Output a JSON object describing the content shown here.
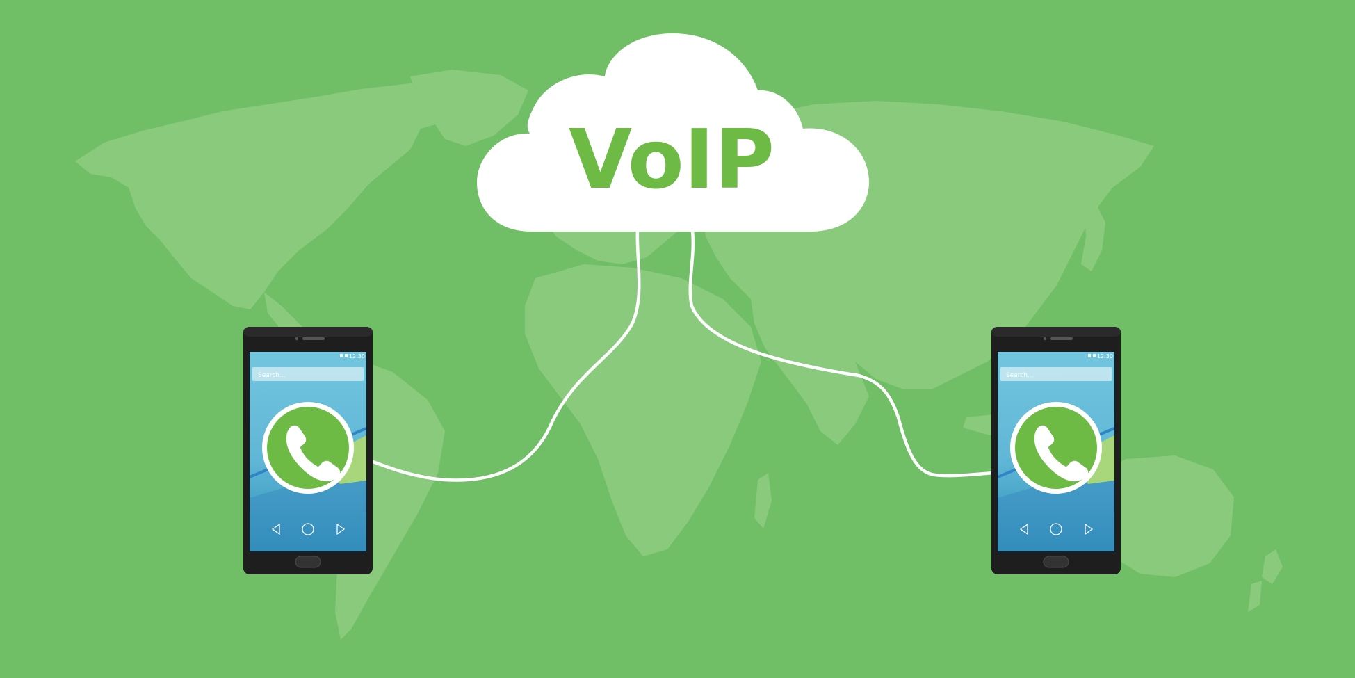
{
  "cloud": {
    "title": "VoIP"
  },
  "phones": [
    {
      "status_time": "12:30",
      "search_placeholder": "Search..."
    },
    {
      "status_time": "12:30",
      "search_placeholder": "Search..."
    }
  ],
  "icons": {
    "call": "phone-handset-icon",
    "nav_back": "triangle-left-icon",
    "nav_home": "circle-icon",
    "nav_recent": "triangle-right-icon"
  },
  "colors": {
    "background": "#70bf67",
    "map": "#8aca7c",
    "cloud": "#ffffff",
    "accent_green": "#6dbb45",
    "phone_body": "#1e1e1e",
    "screen_top": "#6fc4dc",
    "screen_bottom": "#2d8fb5",
    "wire": "#ffffff"
  }
}
